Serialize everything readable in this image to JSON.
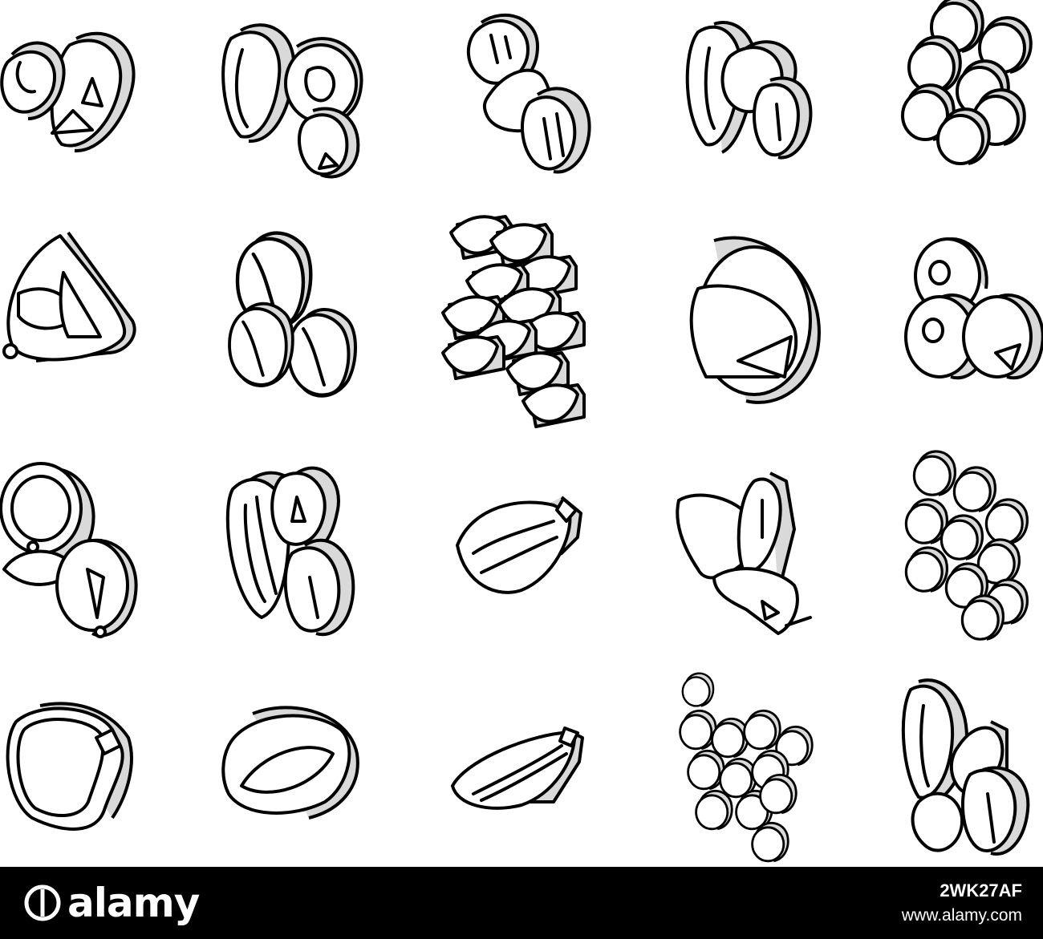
{
  "image": {
    "subject": "seed icons",
    "style": "isometric outline",
    "colors": {
      "background": "#ffffff",
      "stroke": "#000000",
      "side_fill": "#d9d9d9",
      "bar": "#000000",
      "bar_text": "#ffffff"
    },
    "icons": [
      "seed-icon-row1-col1",
      "seed-icon-row1-col2",
      "seed-icon-row1-col3",
      "seed-icon-row1-col4",
      "seed-icon-row1-col5",
      "seed-icon-row2-col1",
      "seed-icon-row2-col2",
      "seed-icon-row2-col3",
      "seed-icon-row2-col4",
      "seed-icon-row2-col5",
      "seed-icon-row3-col1",
      "seed-icon-row3-col2",
      "seed-icon-row3-col3",
      "seed-icon-row3-col4",
      "seed-icon-row3-col5",
      "seed-icon-row4-col1",
      "seed-icon-row4-col2",
      "seed-icon-row4-col3",
      "seed-icon-row4-col4",
      "seed-icon-row4-col5"
    ]
  },
  "watermark": {
    "brand": "alamy",
    "image_id": "2WK27AF",
    "site": "www.alamy.com"
  }
}
